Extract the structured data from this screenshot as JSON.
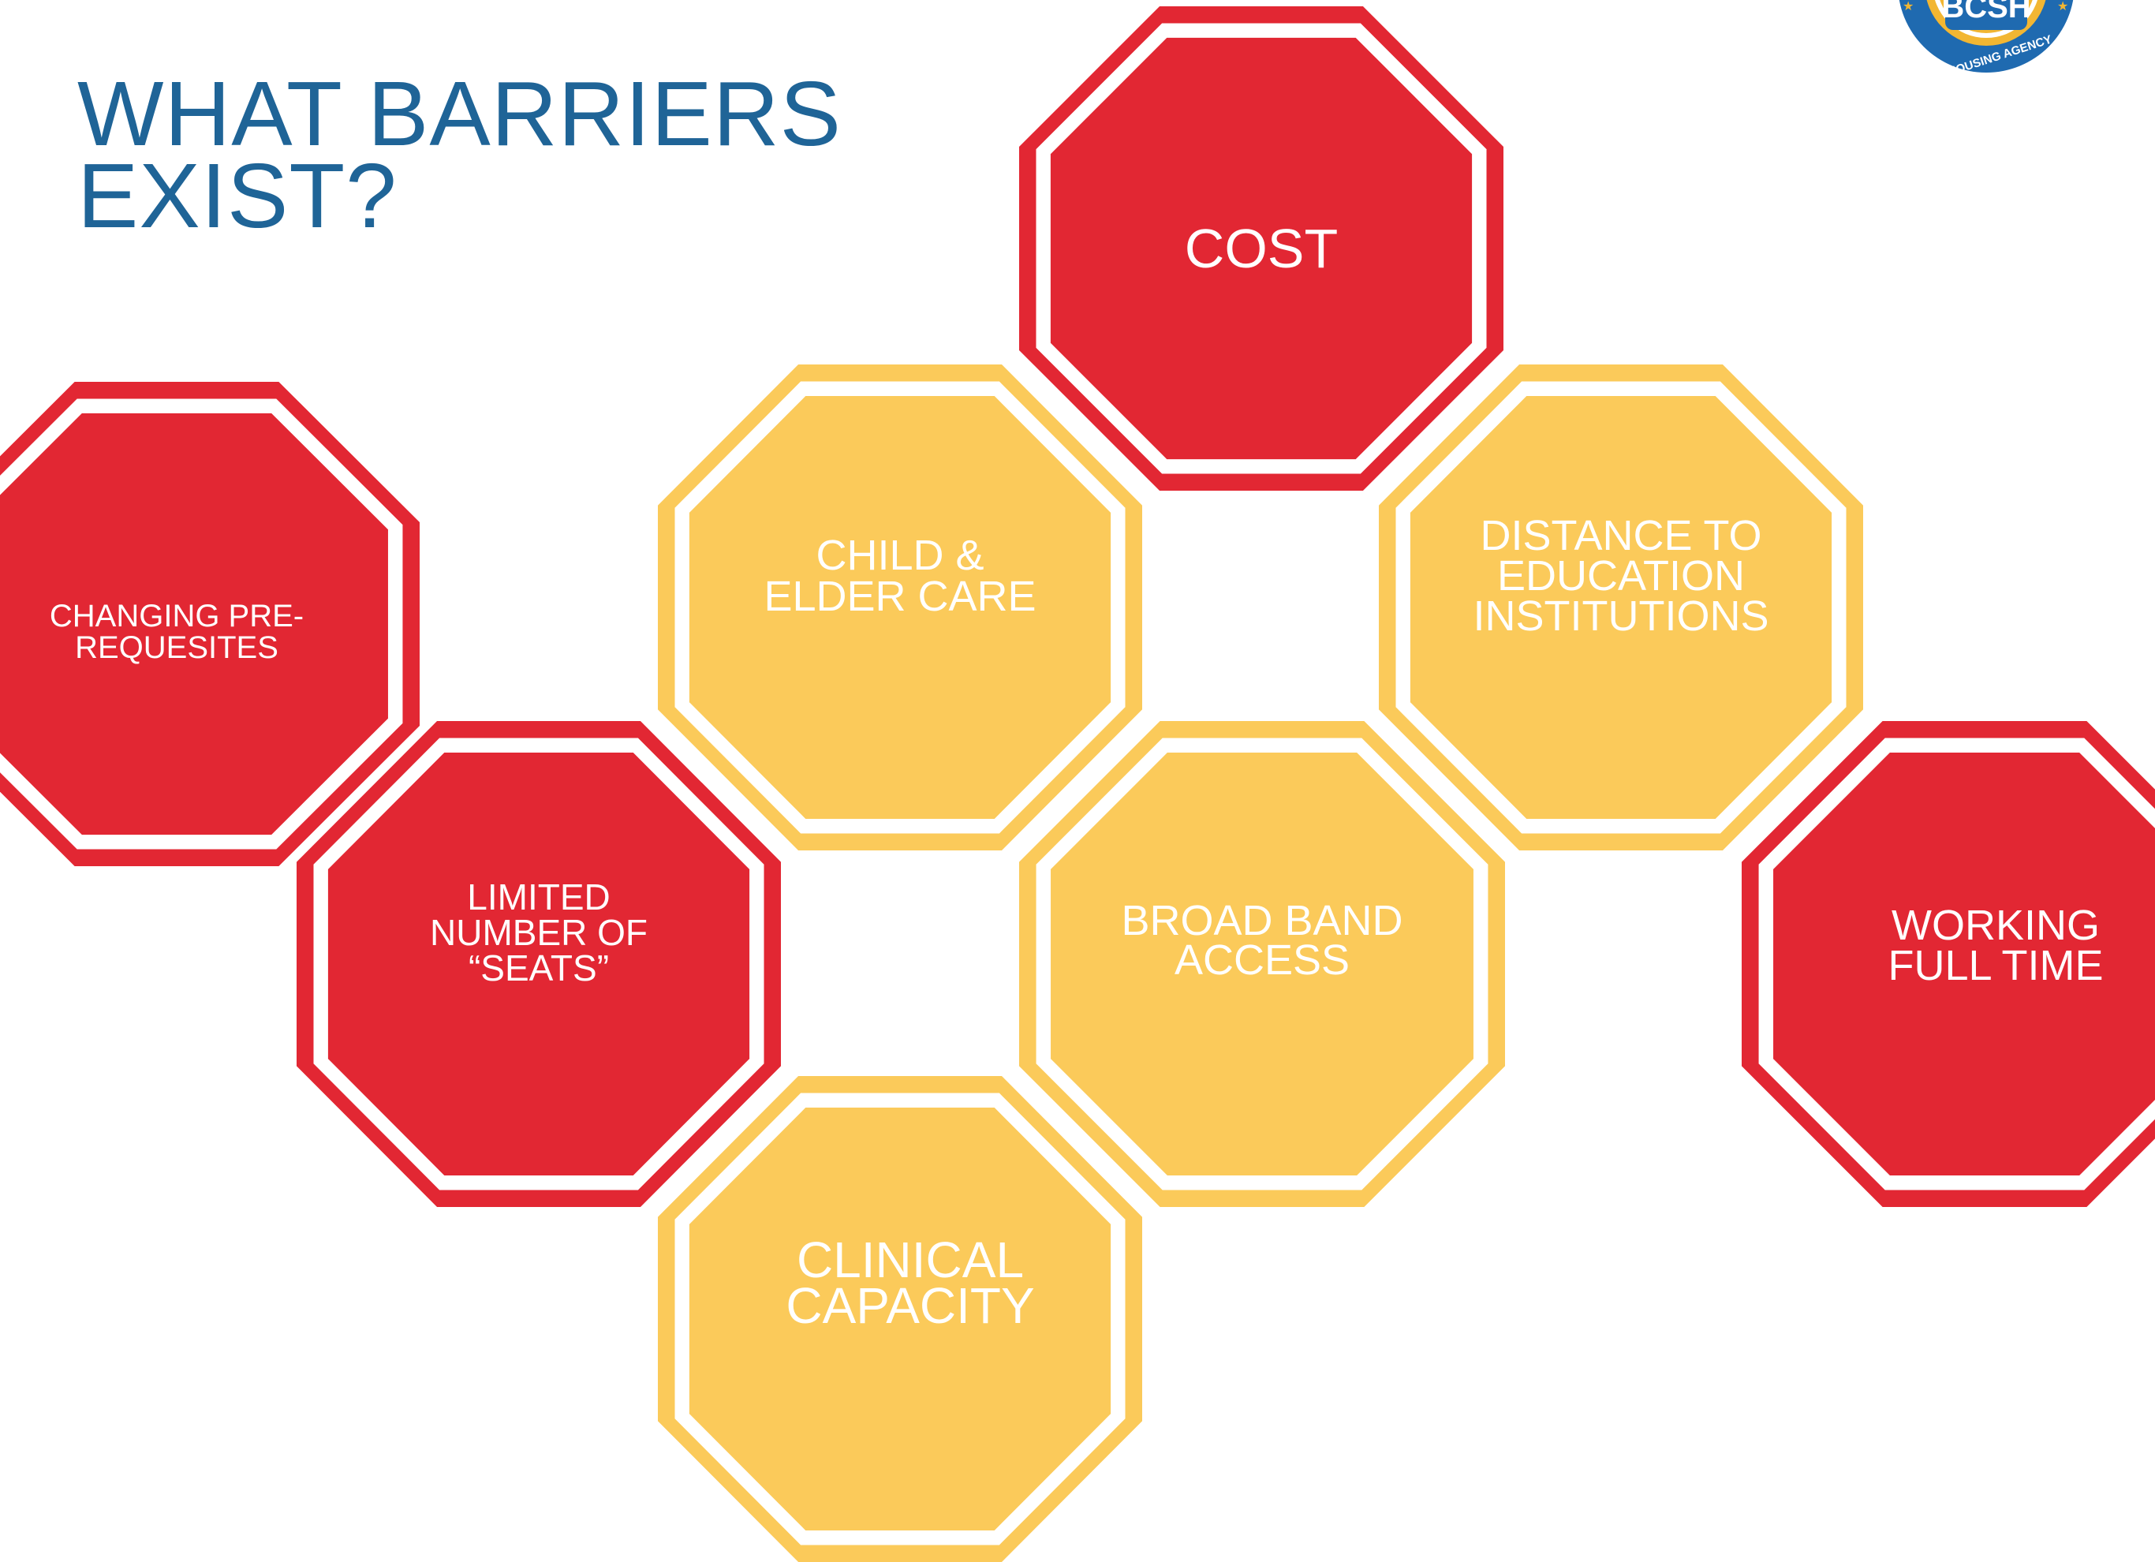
{
  "slide": {
    "title_lines": [
      "WHAT BARRIERS",
      "EXIST?"
    ]
  },
  "colors": {
    "title": "#1f6497",
    "red": "#e22733",
    "yellow": "#fbca5a",
    "label": "#ffffff",
    "logo_blue": "#1f6ab0",
    "logo_gold": "#f2b632"
  },
  "barriers": [
    {
      "id": "cost",
      "color": "red",
      "lines": [
        "COST"
      ]
    },
    {
      "id": "changing-prerequisites",
      "color": "red",
      "lines": [
        "CHANGING PRE-",
        "REQUESITES"
      ]
    },
    {
      "id": "child-elder-care",
      "color": "yellow",
      "lines": [
        "CHILD  &",
        "ELDER CARE"
      ]
    },
    {
      "id": "distance-to-education",
      "color": "yellow",
      "lines": [
        "DISTANCE TO",
        "EDUCATION",
        "INSTITUTIONS"
      ]
    },
    {
      "id": "limited-seats",
      "color": "red",
      "lines": [
        "LIMITED",
        "NUMBER OF",
        "“SEATS”"
      ]
    },
    {
      "id": "broadband-access",
      "color": "yellow",
      "lines": [
        "BROAD BAND",
        "ACCESS"
      ]
    },
    {
      "id": "working-full-time",
      "color": "red",
      "lines": [
        "WORKING",
        "FULL TIME"
      ]
    },
    {
      "id": "clinical-capacity",
      "color": "yellow",
      "lines": [
        "CLINICAL",
        "CAPACITY"
      ]
    }
  ],
  "logo": {
    "top_text": "BCSH",
    "ring_text": "AND HOUSING AGENCY",
    "star_glyph": "★"
  }
}
